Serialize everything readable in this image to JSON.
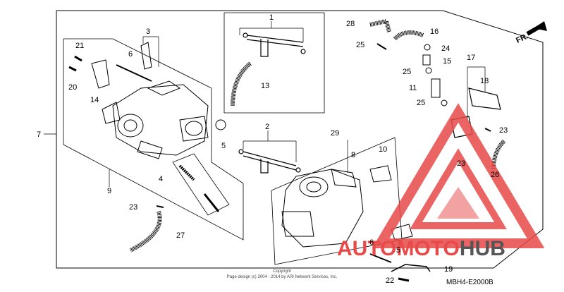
{
  "diagram": {
    "labels": {
      "n1": "1",
      "n2": "2",
      "n3": "3",
      "n4": "4",
      "n5": "5",
      "n5b": "5",
      "n6": "6",
      "n6b": "6",
      "n7": "7",
      "n8": "8",
      "n9": "9",
      "n10": "10",
      "n11": "11",
      "n13": "13",
      "n14": "14",
      "n15": "15",
      "n16": "16",
      "n17": "17",
      "n18": "18",
      "n19": "19",
      "n20": "20",
      "n21": "21",
      "n22": "22",
      "n23a": "23",
      "n23b": "23",
      "n23c": "23",
      "n24": "24",
      "n25a": "25",
      "n25b": "25",
      "n25c": "25",
      "n26": "26",
      "n27": "27",
      "n28": "28",
      "n29": "29"
    },
    "fr_label": "FR.",
    "diagram_code": "MBH4-E2000B",
    "copyright_line1": "Copyright",
    "copyright_line2": "Page design (c) 2004 - 2014 by ARI Network Services, Inc.",
    "watermark": {
      "auto": "AUTO",
      "moto": "MOTO",
      "hub": "HUB"
    },
    "colors": {
      "watermark_red": "#e84a4a",
      "watermark_gray": "#555555",
      "line": "#000000"
    }
  }
}
